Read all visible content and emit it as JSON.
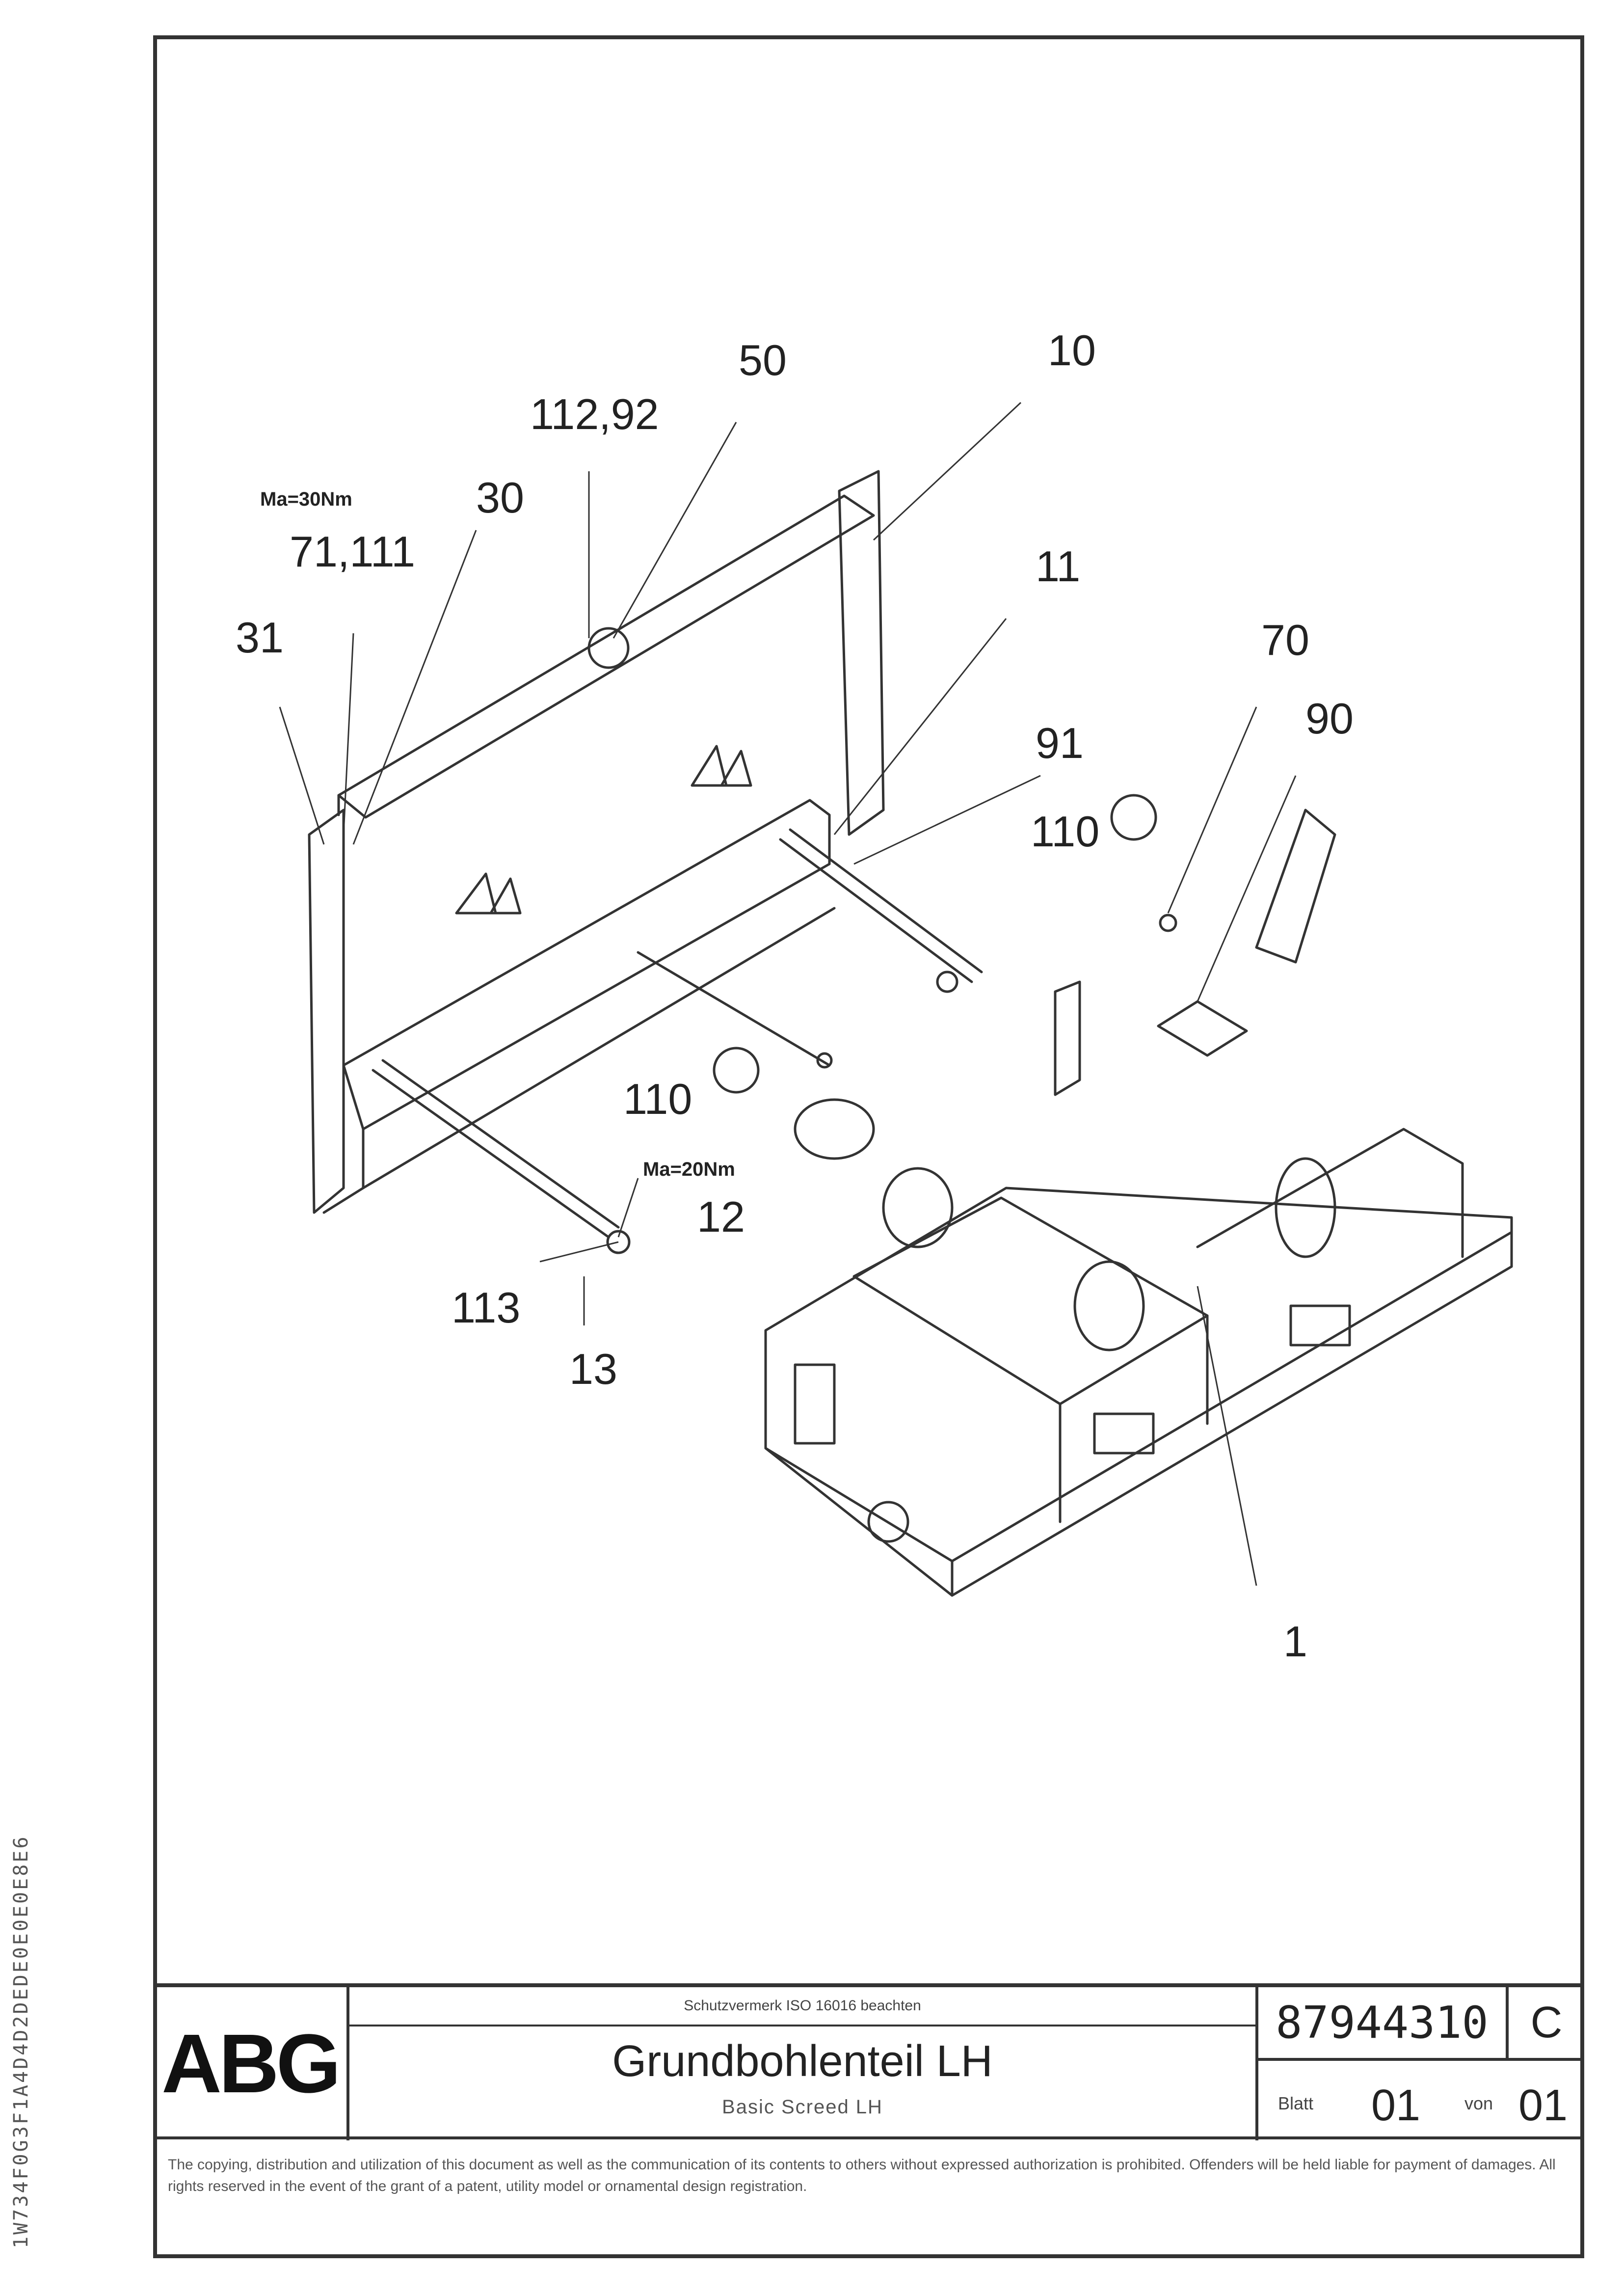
{
  "drawing": {
    "callouts": [
      {
        "id": "c-50",
        "text": "50"
      },
      {
        "id": "c-10",
        "text": "10"
      },
      {
        "id": "c-112-92",
        "text": "112,92"
      },
      {
        "id": "c-30",
        "text": "30"
      },
      {
        "id": "c-71-111",
        "text": "71,111"
      },
      {
        "id": "c-31",
        "text": "31"
      },
      {
        "id": "c-11",
        "text": "11"
      },
      {
        "id": "c-70",
        "text": "70"
      },
      {
        "id": "c-90",
        "text": "90"
      },
      {
        "id": "c-91",
        "text": "91"
      },
      {
        "id": "c-110a",
        "text": "110"
      },
      {
        "id": "c-110b",
        "text": "110"
      },
      {
        "id": "c-12",
        "text": "12"
      },
      {
        "id": "c-113",
        "text": "113"
      },
      {
        "id": "c-13",
        "text": "13"
      },
      {
        "id": "c-1",
        "text": "1"
      }
    ],
    "torque_notes": [
      {
        "id": "t-top",
        "text": "Ma=30Nm"
      },
      {
        "id": "t-mid",
        "text": "Ma=20Nm"
      }
    ]
  },
  "side_code": "1W734F0G3F1A4D4D2DEDE0E0E0E8E6",
  "title_block": {
    "logo": "ABG",
    "small_caption": "Schutzvermerk ISO 16016 beachten",
    "title": "Grundbohlenteil LH",
    "subtitle": "Basic Screed LH",
    "drawing_number": "87944310",
    "revision": "C",
    "sheet_label": "Blatt",
    "sheet_value": "01",
    "of_label": "von",
    "of_value": "01",
    "legal_text": "The copying, distribution and utilization of this document as well as the communication of its contents to others without expressed authorization is prohibited. Offenders will be held liable for payment of damages. All rights reserved in the event of the grant of a patent, utility model or ornamental design registration."
  },
  "colors": {
    "line": "#333333",
    "paper": "#ffffff"
  }
}
